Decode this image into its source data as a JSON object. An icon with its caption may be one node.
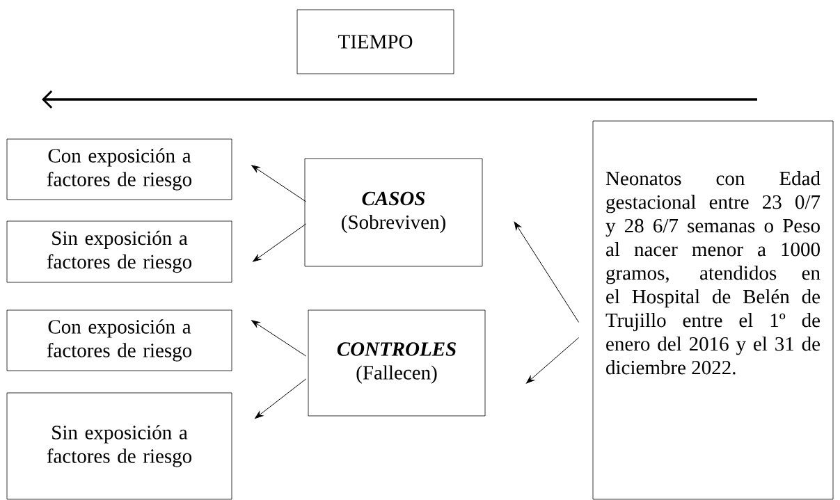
{
  "diagram": {
    "nodes": [
      {
        "text": [
          "TIEMPO"
        ]
      },
      {
        "text": [
          "Con exposición a factores de riesgo"
        ]
      },
      {
        "text": [
          "Sin exposición a factores de riesgo"
        ]
      },
      {
        "text": [
          "CASOS",
          "(Sobreviven)"
        ]
      },
      {
        "text": [
          "Con exposición a factores de riesgo"
        ]
      },
      {
        "text": [
          "Sin exposición a factores de riesgo"
        ]
      },
      {
        "text": [
          "CONTROLES",
          "(Fallecen)"
        ]
      },
      {
        "text": [
          "Neonatos con Edad gestacional entre 23 0/7 y 28 6/7 semanas o Peso al nacer menor a 1000 gramos, atendidos en el Hospital de Belén de Trujillo entre el 1º de enero del 2016 y el 31 de diciembre 2022."
        ]
      }
    ],
    "edges": [
      {
        "from": 3,
        "to": 1,
        "arrow": "to"
      },
      {
        "from": 3,
        "to": 2,
        "arrow": "to"
      },
      {
        "from": 7,
        "to": 3,
        "arrow": "to"
      },
      {
        "from": 7,
        "to": 6,
        "arrow": "to"
      },
      {
        "from": 6,
        "to": 4,
        "arrow": "to"
      },
      {
        "from": 6,
        "to": 5,
        "arrow": "to"
      }
    ]
  }
}
